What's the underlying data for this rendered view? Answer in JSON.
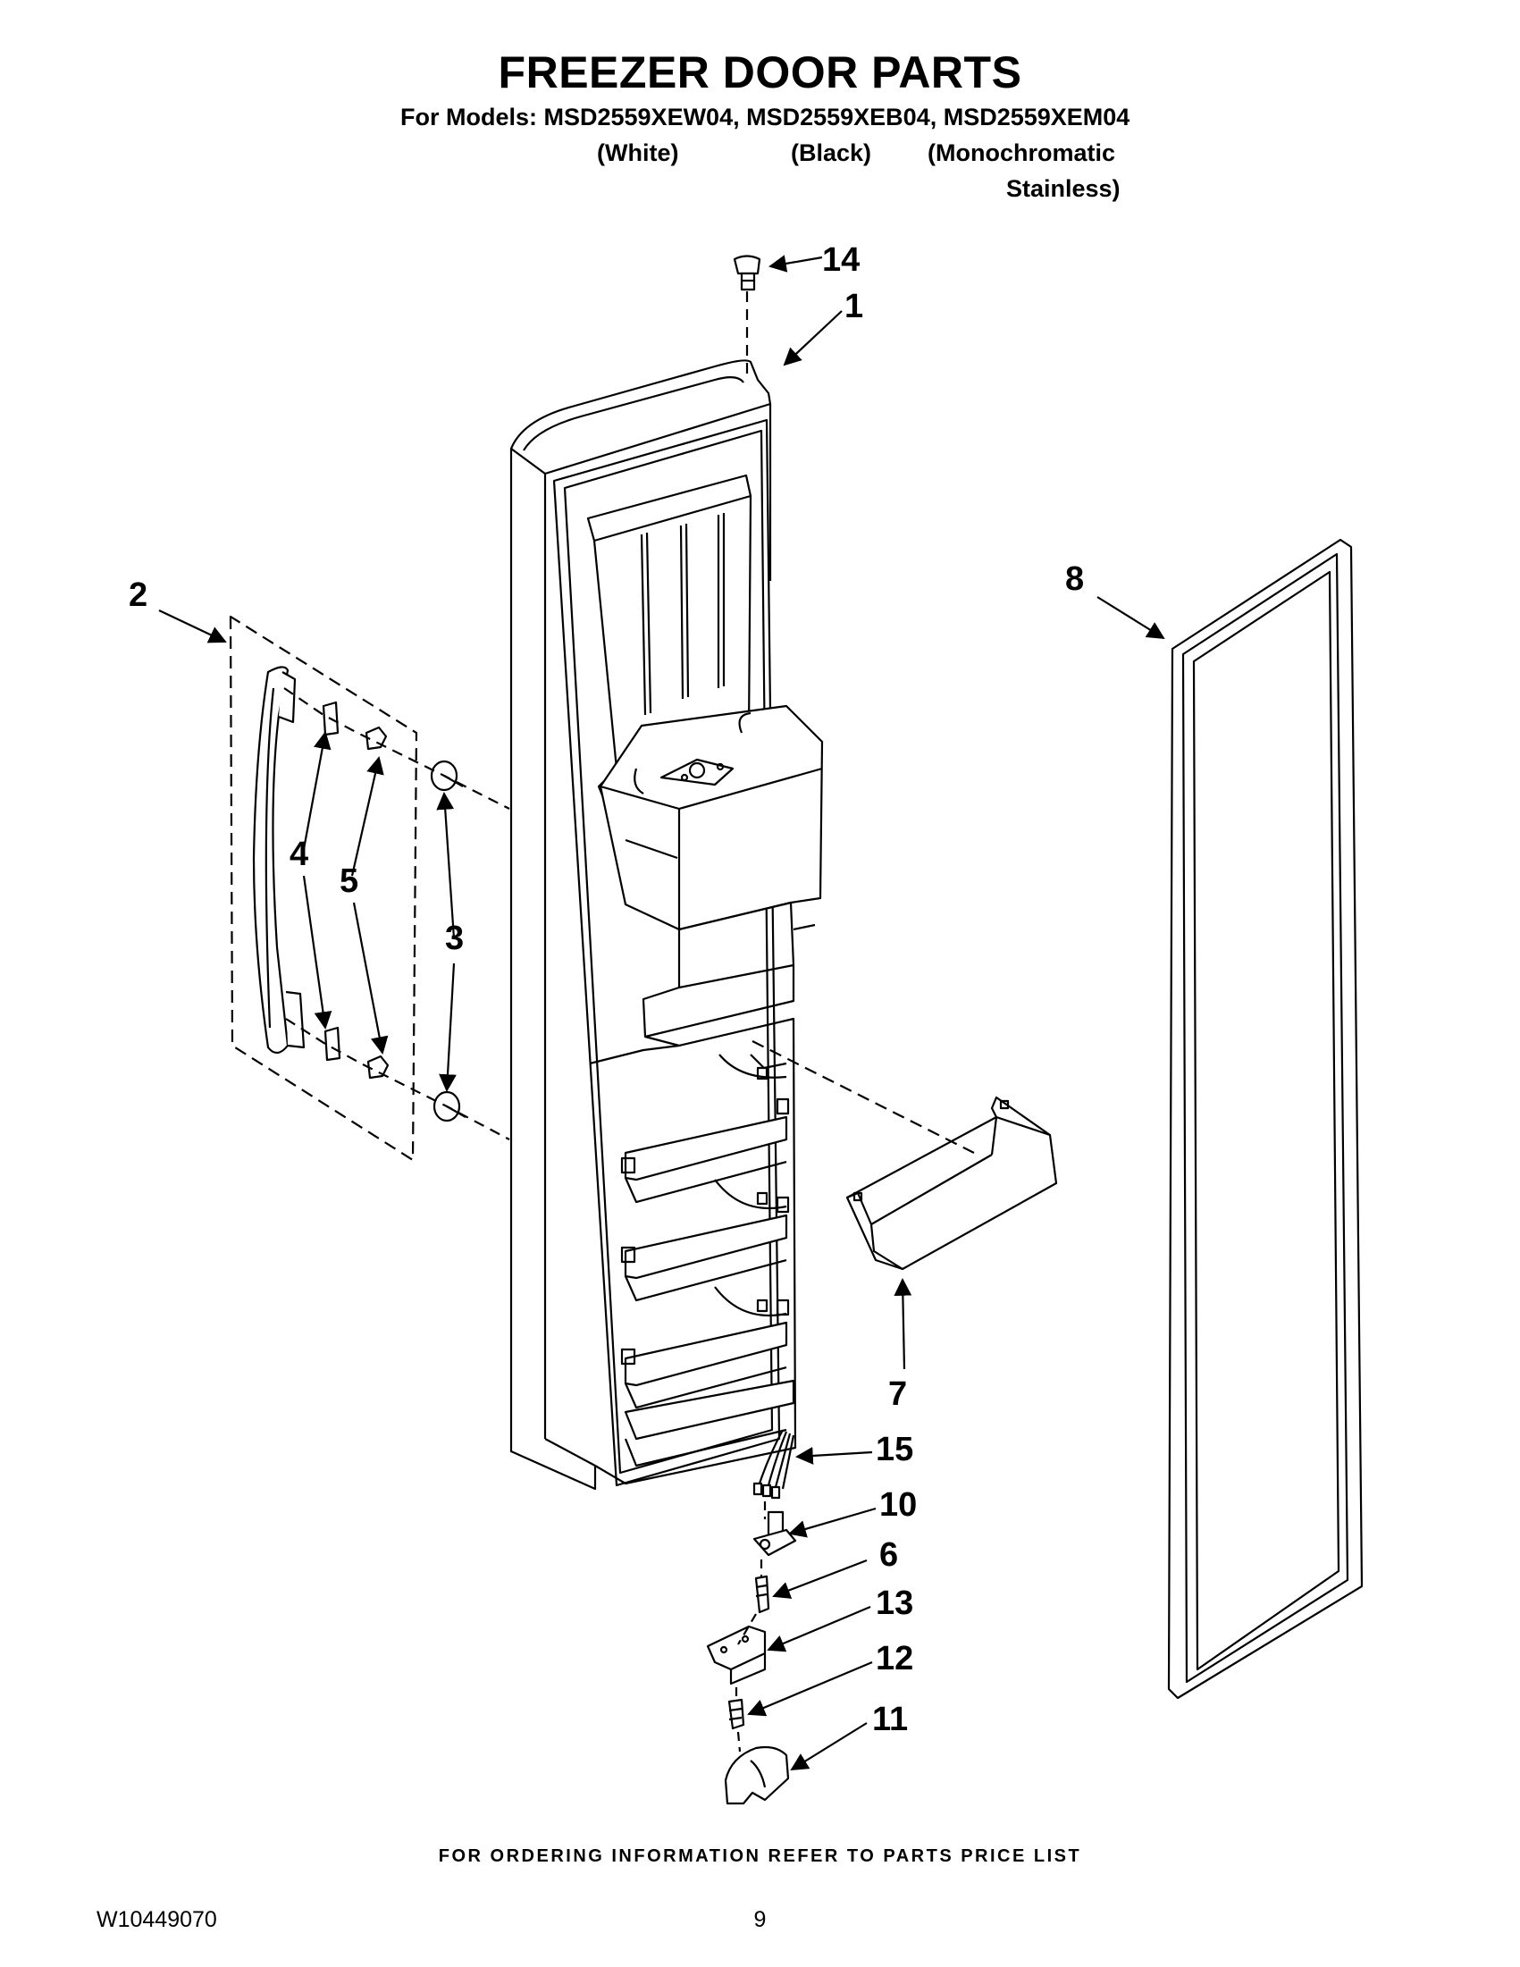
{
  "header": {
    "title": "FREEZER DOOR PARTS",
    "models_line": "For Models: MSD2559XEW04, MSD2559XEB04, MSD2559XEM04",
    "variants": [
      "(White)",
      "(Black)",
      "(Monochromatic"
    ],
    "variant_continuation": "Stainless)"
  },
  "callouts": [
    "1",
    "2",
    "3",
    "4",
    "5",
    "6",
    "7",
    "8",
    "10",
    "11",
    "12",
    "13",
    "14",
    "15"
  ],
  "footer": {
    "ordering_note": "FOR ORDERING INFORMATION REFER TO PARTS PRICE LIST",
    "doc_number": "W10449070",
    "page_number": "9"
  }
}
